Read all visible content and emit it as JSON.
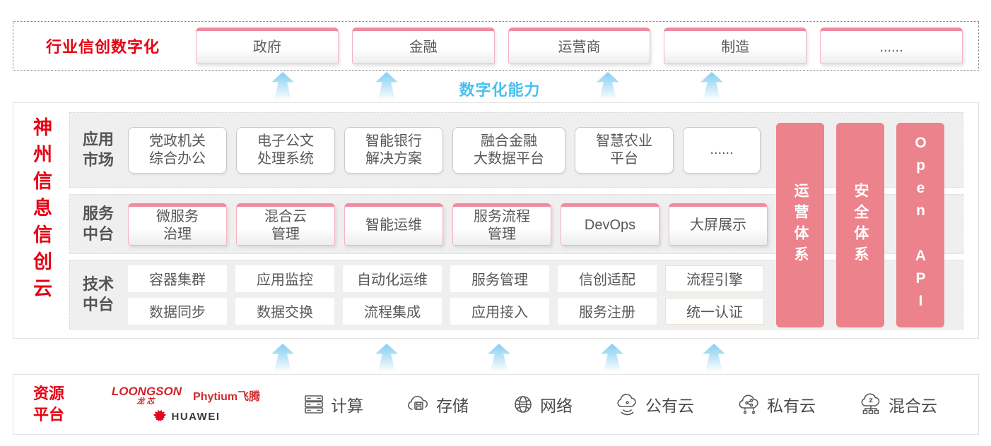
{
  "colors": {
    "red": "#e60013",
    "pillar_pink": "#ec828b",
    "capability_blue": "#49c0f0",
    "tile_text": "#595757"
  },
  "top_banner": {
    "label": "行业信创数字化",
    "items": [
      {
        "label": "政府"
      },
      {
        "label": "金融"
      },
      {
        "label": "运营商"
      },
      {
        "label": "制造"
      },
      {
        "label": "......"
      }
    ]
  },
  "capability": {
    "label": "数字化能力"
  },
  "platform": {
    "title": "神州信息信创云",
    "rows": [
      {
        "label": {
          "l1": "应用",
          "l2": "市场"
        },
        "items": [
          {
            "l1": "党政机关",
            "l2": "综合办公"
          },
          {
            "l1": "电子公文",
            "l2": "处理系统"
          },
          {
            "l1": "智能银行",
            "l2": "解决方案"
          },
          {
            "l1": "融合金融",
            "l2": "大数据平台"
          },
          {
            "l1": "智慧农业",
            "l2": "平台"
          },
          {
            "l1": "......"
          }
        ]
      },
      {
        "label": {
          "l1": "服务",
          "l2": "中台"
        },
        "items": [
          {
            "l1": "微服务",
            "l2": "治理"
          },
          {
            "l1": "混合云",
            "l2": "管理"
          },
          {
            "l1": "智能运维"
          },
          {
            "l1": "服务流程",
            "l2": "管理"
          },
          {
            "l1": "DevOps"
          },
          {
            "l1": "大屏展示"
          }
        ]
      },
      {
        "label": {
          "l1": "技术",
          "l2": "中台"
        },
        "items_top": [
          {
            "label": "容器集群"
          },
          {
            "label": "应用监控"
          },
          {
            "label": "自动化运维"
          },
          {
            "label": "服务管理"
          },
          {
            "label": "信创适配"
          },
          {
            "label": "流程引擎"
          }
        ],
        "items_bottom": [
          {
            "label": "数据同步"
          },
          {
            "label": "数据交换"
          },
          {
            "label": "流程集成"
          },
          {
            "label": "应用接入"
          },
          {
            "label": "服务注册"
          },
          {
            "label": "统一认证"
          }
        ]
      }
    ],
    "pillars": [
      {
        "label": "运营体系"
      },
      {
        "label": "安全体系"
      },
      {
        "label": "Open API"
      }
    ]
  },
  "resources": {
    "label": {
      "l1": "资源",
      "l2": "平台"
    },
    "vendors": {
      "loongson": {
        "name": "LOONGSON",
        "sub": "龙芯"
      },
      "phytium": {
        "name": "Phytium",
        "sub": "飞腾"
      },
      "huawei": {
        "name": "HUAWEI"
      }
    },
    "items": [
      {
        "label": "计算"
      },
      {
        "label": "存储"
      },
      {
        "label": "网络"
      },
      {
        "label": "公有云"
      },
      {
        "label": "私有云"
      },
      {
        "label": "混合云"
      }
    ]
  }
}
